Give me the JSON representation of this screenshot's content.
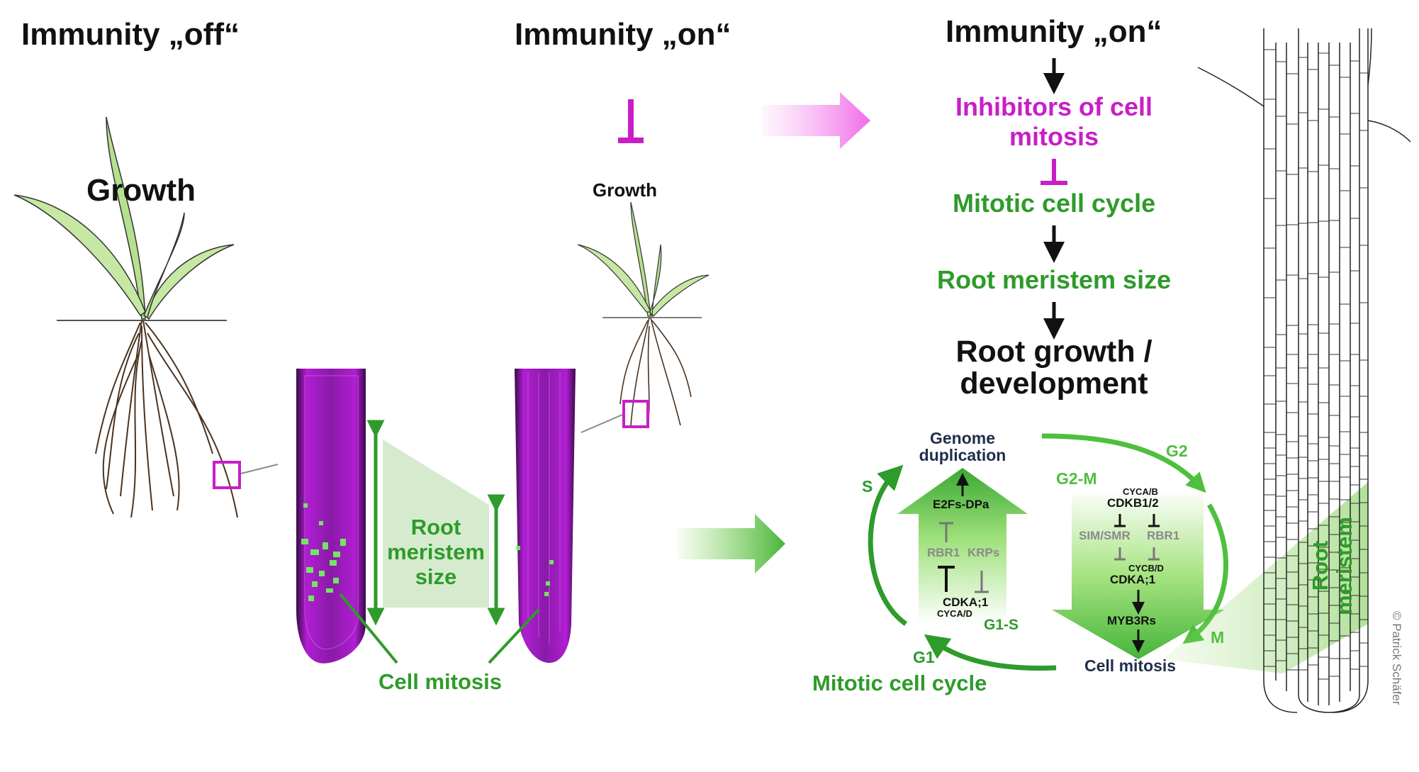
{
  "labels": {
    "immunity_off": "Immunity „off“",
    "immunity_on_middle": "Immunity „on“",
    "immunity_on_right": "Immunity „on“",
    "growth_large": "Growth",
    "growth_small": "Growth",
    "root_meristem_size_line1": "Root",
    "root_meristem_size_line2": "meristem",
    "root_meristem_size_line3": "size",
    "cell_mitosis_left": "Cell mitosis",
    "copyright": "© Patrick Schäfer"
  },
  "cascade": {
    "inhibitors_line1": "Inhibitors of cell",
    "inhibitors_line2": "mitosis",
    "mitotic_cell_cycle": "Mitotic cell cycle",
    "root_meristem_size": "Root meristem size",
    "root_growth_line1": "Root growth /",
    "root_growth_line2": "development"
  },
  "cycle": {
    "genome_line1": "Genome",
    "genome_line2": "duplication",
    "e2fs": "E2Fs-DPa",
    "rbr1_left": "RBR1",
    "krps": "KRPs",
    "cdka1_left": "CDKA;1",
    "cyca_d": "CYCA/D",
    "g1s": "G1-S",
    "s": "S",
    "g1": "G1",
    "g2": "G2",
    "g2m": "G2-M",
    "m": "M",
    "cyca_b": "CYCA/B",
    "cdkb12": "CDKB1/2",
    "sim_smr": "SIM/SMR",
    "rbr1_right": "RBR1",
    "cycb_d": "CYCB/D",
    "cdka1_right": "CDKA;1",
    "myb3rs": "MYB3Rs",
    "cell_mitosis": "Cell mitosis",
    "mitotic_cell_cycle": "Mitotic cell cycle",
    "root_meristem_line1": "Root",
    "root_meristem_line2": "meristem"
  },
  "colors": {
    "green": "#2e9b2a",
    "light_green": "#7fd04a",
    "magenta": "#c81ec8",
    "root_magenta": "#b01ed2",
    "pink_arrow": "#f06ae8",
    "navy": "#1f2e4a"
  }
}
